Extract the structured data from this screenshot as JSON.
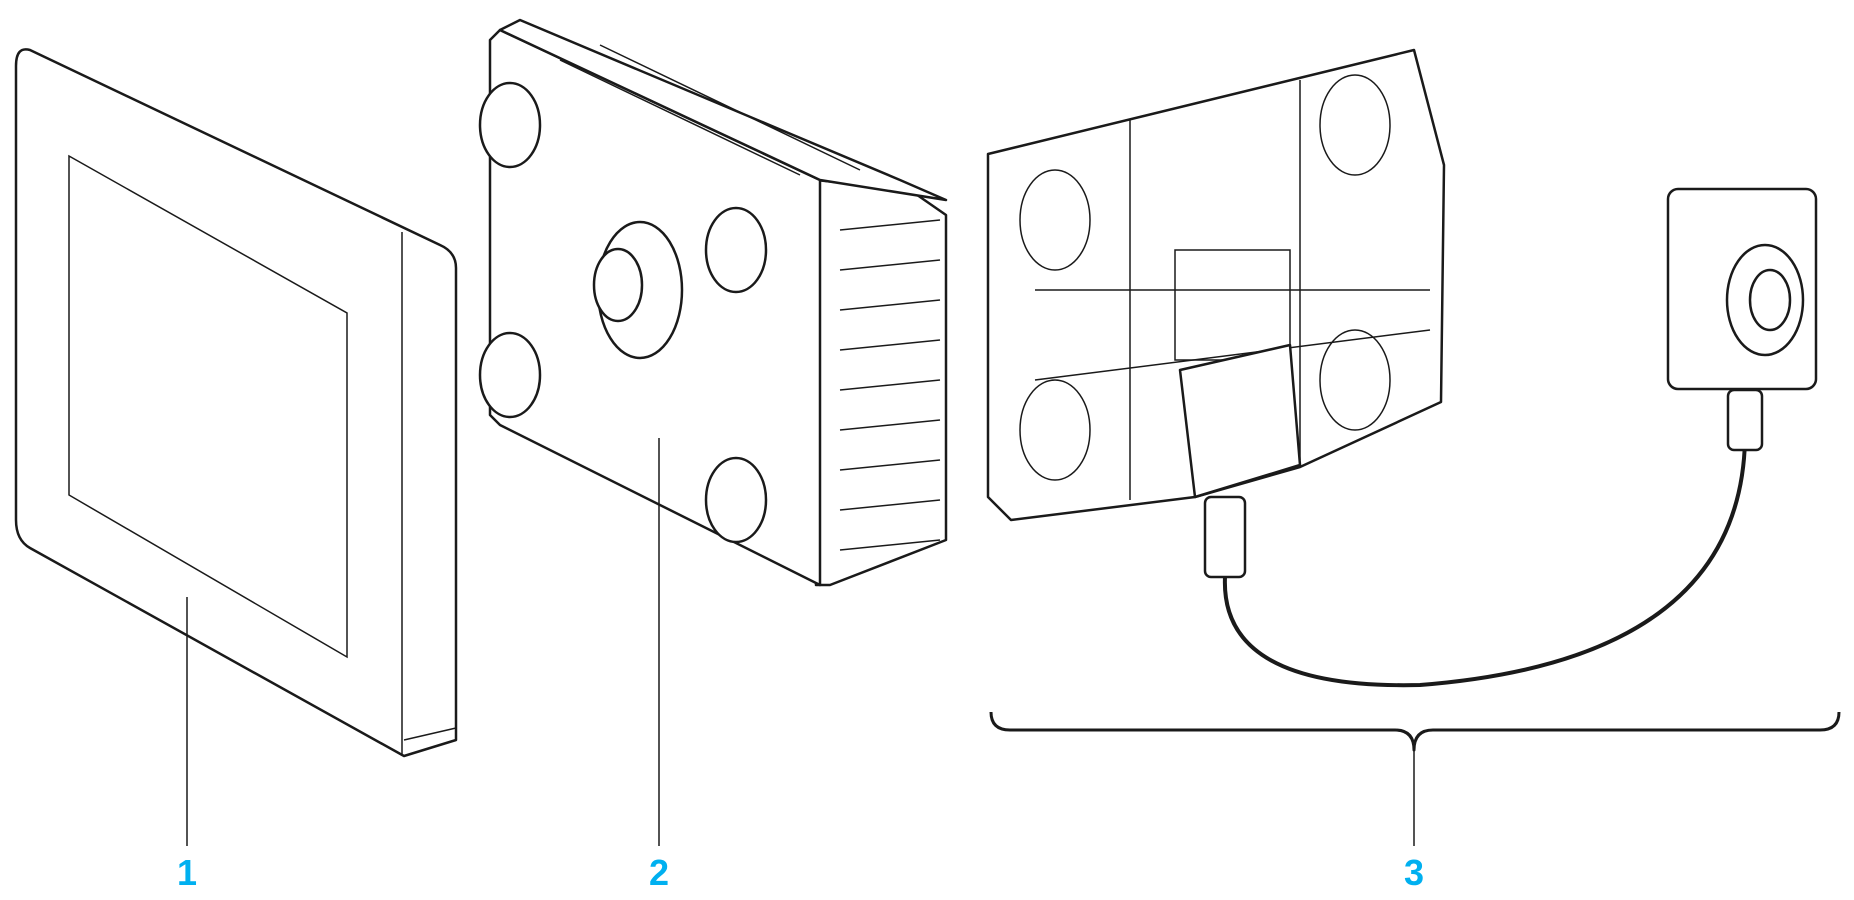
{
  "callouts": [
    {
      "label": "1"
    },
    {
      "label": "2"
    },
    {
      "label": "3"
    }
  ],
  "colors": {
    "callout": "#00b0f0",
    "line": "#1a1a1a"
  }
}
